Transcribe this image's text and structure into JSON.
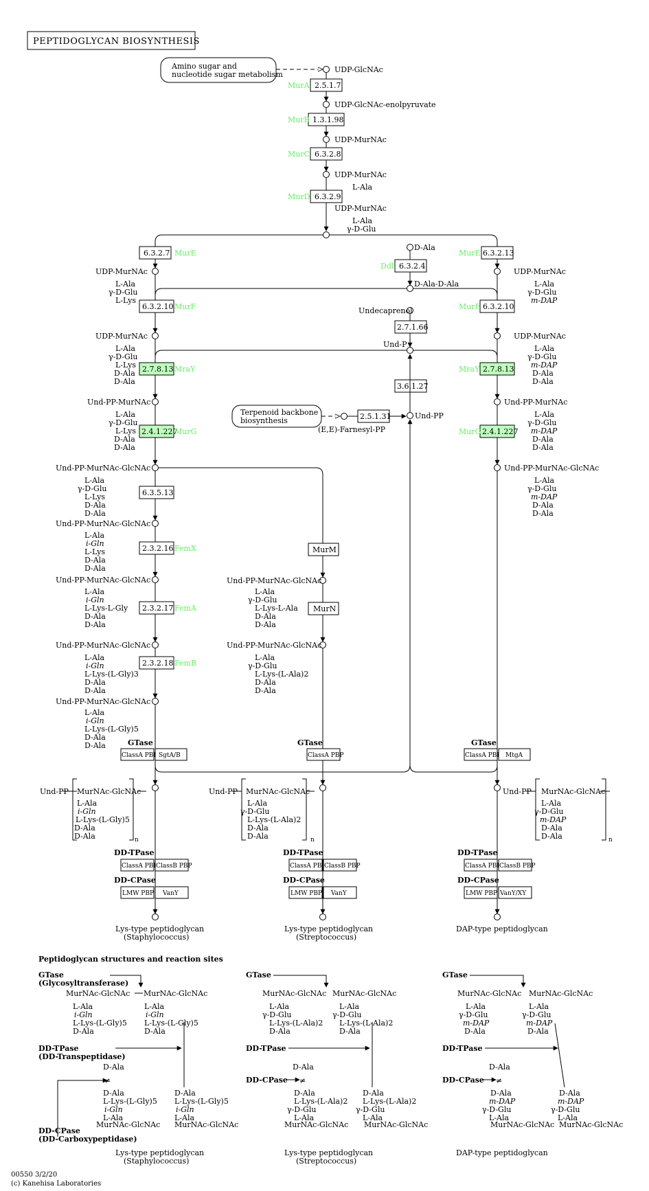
{
  "title": "PEPTIDOGLYCAN BIOSYNTHESIS",
  "map_links": {
    "amino_sugar_1": "Amino sugar and",
    "amino_sugar_2": "nucleotide sugar metabolism",
    "terpenoid_1": "Terpenoid backbone",
    "terpenoid_2": "biosynthesis"
  },
  "enzymes": {
    "murA": "MurA",
    "murB": "MurB",
    "murC": "MurC",
    "murD": "MurD",
    "murE": "MurE",
    "murF": "MurF",
    "ddl": "Ddl",
    "mraY": "MraY",
    "murG": "MurG",
    "femX": "FemX",
    "femA": "FemA",
    "femB": "FemB"
  },
  "ec": {
    "e2517": "2.5.1.7",
    "e13198": "1.3.1.98",
    "e6328": "6.3.2.8",
    "e6329": "6.3.2.9",
    "e6327": "6.3.2.7",
    "e63213": "6.3.2.13",
    "e6324": "6.3.2.4",
    "e63210": "6.3.2.10",
    "e27166": "2.7.1.66",
    "e27813": "2.7.8.13",
    "e36127": "3.6.1.27",
    "e24127": "2.4.1.227",
    "e25131": "2.5.1.31",
    "e63513": "6.3.5.13",
    "e23216": "2.3.2.16",
    "e23217": "2.3.2.17",
    "e23218": "2.3.2.18"
  },
  "genes": {
    "murM": "MurM",
    "murN": "MurN",
    "gtase": "GTase",
    "classA": "ClassA PBP",
    "classB": "ClassB PBP",
    "sgtAB": "SgtA/B",
    "mtgA": "MtgA",
    "ddtpase": "DD-TPase",
    "ddcpase": "DD-CPase",
    "lmw": "LMW PBP",
    "vanY": "VanY",
    "vanYXY": "VanY/XY"
  },
  "compounds": {
    "udpGlcNAc": "UDP-GlcNAc",
    "udpGlcNAcEnol": "UDP-GlcNAc-enolpyruvate",
    "udpMurNAc": "UDP-MurNAc",
    "lAla": "L-Ala",
    "gDGlu": "γ-D-Glu",
    "lLys": "L-Lys",
    "mDAP": "m-DAP",
    "dAla": "D-Ala",
    "dAlaDAla": "D-Ala-D-Ala",
    "undecaprenol": "Undecaprenol",
    "undP": "Und-P",
    "undPP": "Und-PP",
    "farnesyl": "(E,E)-Farnesyl-PP",
    "undPPMurNAc": "Und-PP-MurNAc",
    "undPPMurNAcGlcNAc": "Und-PP-MurNAc-GlcNAc",
    "iGln": "i-Gln",
    "lysGly": "L-Lys-L-Gly",
    "lysGly3": "L-Lys-(L-Gly)3",
    "lysGly5": "L-Lys-(L-Gly)5",
    "lysAla": "L-Lys-L-Ala",
    "lysAla2": "L-Lys-(L-Ala)2",
    "murNAcGlcNAc": "MurNAc-GlcNAc",
    "n": "n"
  },
  "products": {
    "lysPG": "Lys-type peptidoglycan",
    "staph": "(Staphylococcus)",
    "strep": "(Streptococcus)",
    "dapPG": "DAP-type peptidoglycan"
  },
  "legend": {
    "heading": "Peptidoglycan structures and reaction sites",
    "gtase": "GTase",
    "gtaseFull": "(Glycosyltransferase)",
    "ddtp": "DD-TPase",
    "ddtpFull": "(DD-Transpeptidase)",
    "ddcp": "DD-CPase",
    "ddcpFull": "(DD-Carboxypeptidase)",
    "gly5": "(L-Gly)5",
    "ala2": "(L-Ala)2",
    "lLysDash": "L-Lys",
    "dAlaBond": "D-Ala",
    "mDapBond": "m-DAP"
  },
  "footer": {
    "code": "00550 3/2/20",
    "copyright": "(c) Kanehisa Laboratories"
  }
}
